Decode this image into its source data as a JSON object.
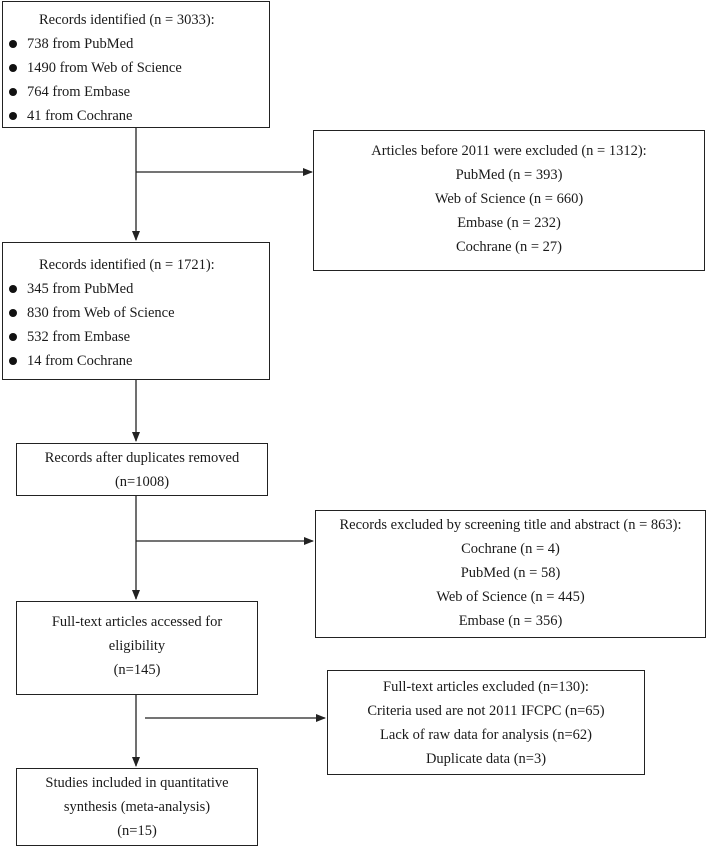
{
  "identified_1": {
    "title": "Records identified (n = 3033):",
    "items": [
      "738 from PubMed",
      "1490 from Web of Science",
      "764 from Embase",
      "41 from Cochrane"
    ]
  },
  "excluded_2011": {
    "title": "Articles before 2011 were excluded (n = 1312):",
    "items": [
      "PubMed (n = 393)",
      "Web of Science (n = 660)",
      "Embase (n = 232)",
      "Cochrane (n = 27)"
    ]
  },
  "identified_2": {
    "title": "Records identified (n = 1721):",
    "items": [
      "345 from PubMed",
      "830 from Web of Science",
      "532 from Embase",
      "14 from Cochrane"
    ]
  },
  "duplicates_removed": {
    "lines": [
      "Records after duplicates removed",
      "(n=1008)"
    ]
  },
  "excluded_screening": {
    "title": "Records excluded by screening title and abstract (n = 863):",
    "items": [
      "Cochrane (n = 4)",
      "PubMed (n = 58)",
      "Web of Science (n = 445)",
      "Embase (n = 356)"
    ]
  },
  "fulltext_assessed": {
    "lines": [
      "Full-text articles accessed for",
      "eligibility",
      "(n=145)"
    ]
  },
  "fulltext_excluded": {
    "title": "Full-text articles excluded (n=130):",
    "items": [
      "Criteria used are not 2011 IFCPC (n=65)",
      "Lack of raw data for analysis (n=62)",
      "Duplicate data (n=3)"
    ]
  },
  "included": {
    "lines": [
      "Studies included in quantitative",
      "synthesis (meta-analysis)",
      "(n=15)"
    ]
  }
}
